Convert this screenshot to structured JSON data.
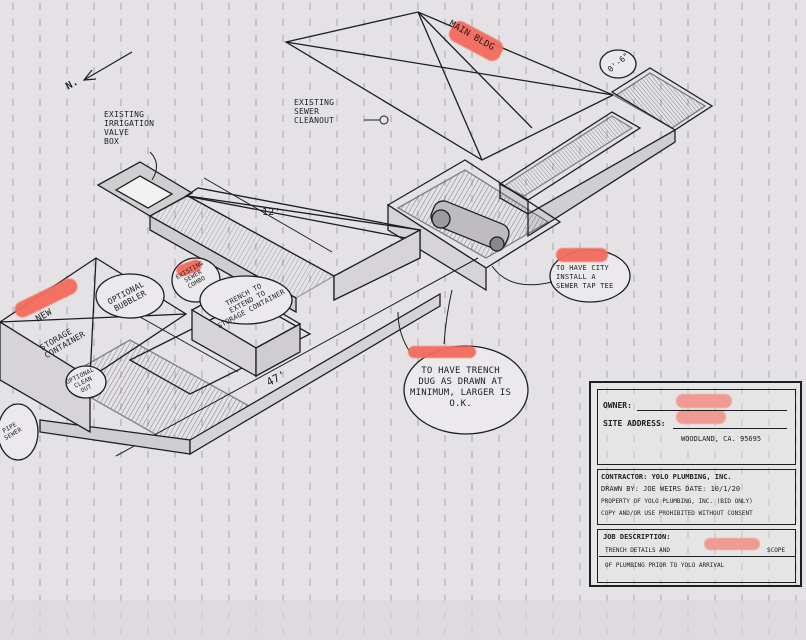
{
  "labels": {
    "main_bldg": "MAIN BLDG",
    "north": "N.",
    "irrigation_box": "EXISTING\nIRRIGATION\nVALVE\nBOX",
    "sewer_cleanout": "EXISTING\nSEWER\nCLEANOUT",
    "dim_12": "12'",
    "dim_47": "47'",
    "dim_0_6": "0'-6\"",
    "new": "NEW",
    "storage_container": "STORAGE\nCONTAINER",
    "optional_bubbler": "OPTIONAL\nBUBBLER",
    "small_cloud": "OPTIONAL\nCLEAN\nOUT",
    "trench_note": "TRENCH TO\nEXTEND TO\nSTORAGE CONTAINER",
    "trench_cloud": "TO HAVE TRENCH\nDUG AS DRAWN AT\nMINIMUM, LARGER IS\nO.K.",
    "city_cloud": "TO HAVE CITY\nINSTALL A\nSEWER TAP TEE",
    "left_cloud": "PIPE\nSEWER",
    "cloud_top": "EXISTING\nSEWER\nCOMBO"
  },
  "title_block": {
    "owner_label": "OWNER:",
    "site_label": "SITE ADDRESS:",
    "city": "WOODLAND, CA. 95695",
    "contractor": "CONTRACTOR: YOLO PLUMBING, INC.",
    "drawn_by": "DRAWN BY: JOE WEIRS  DATE: 10/1/20",
    "property": "PROPERTY OF YOLO PLUMBING, INC. (BID ONLY)",
    "copy": "COPY AND/OR USE PROHIBITED WITHOUT CONSENT",
    "job_label": "JOB DESCRIPTION:",
    "job_line1a": "TRENCH DETAILS AND",
    "job_line1b": "SCOPE",
    "job_line2": "OF PLUMBING PRIOR TO YOLO ARRIVAL"
  },
  "colors": {
    "paper": "#e4e2e4",
    "ink": "#1e1e22",
    "redaction": "#f36b5c"
  }
}
